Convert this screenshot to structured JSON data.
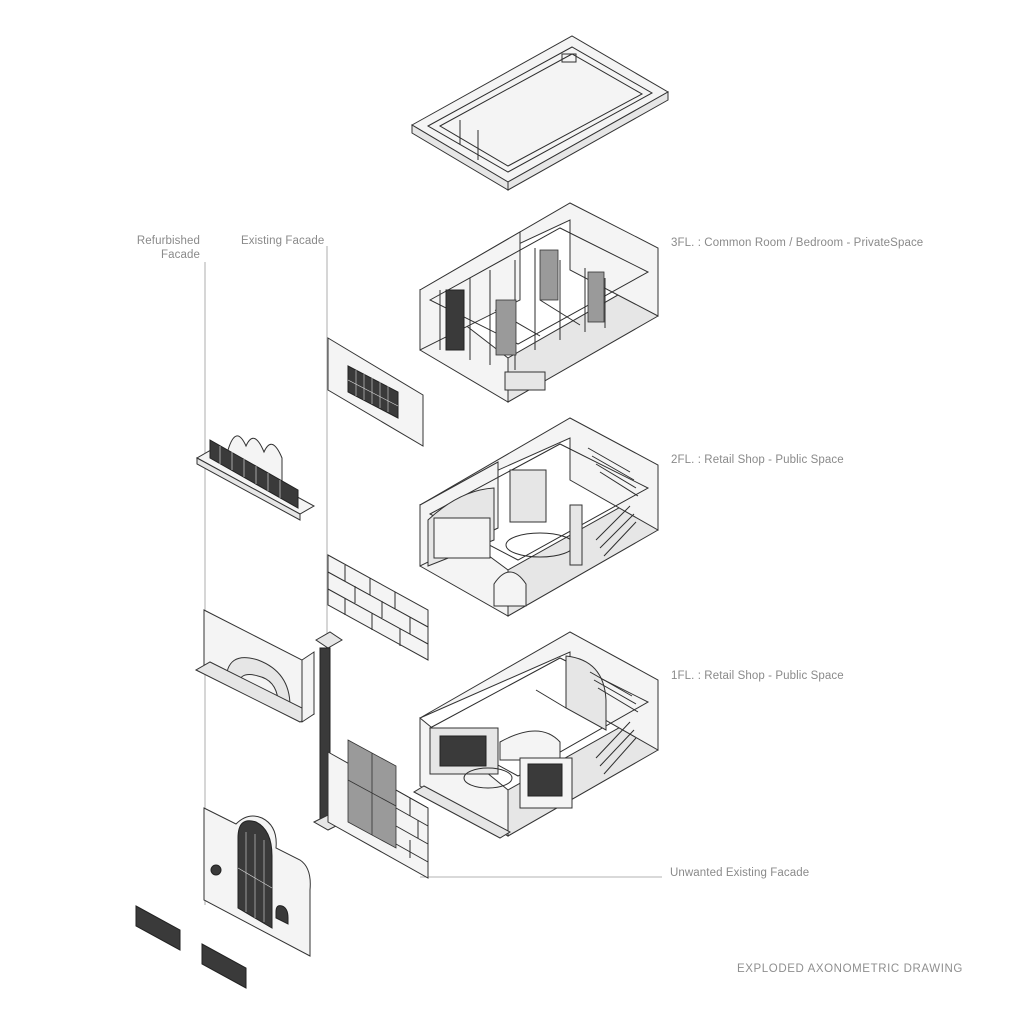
{
  "labels": {
    "refurbished_facade_line1": "Refurbished",
    "refurbished_facade_line2": "Facade",
    "existing_facade": "Existing Facade",
    "floor3": "3FL. : Common Room / Bedroom - PrivateSpace",
    "floor2": "2FL. : Retail Shop - Public Space",
    "floor1": "1FL. : Retail Shop - Public Space",
    "unwanted_facade": "Unwanted Existing Facade"
  },
  "caption": "EXPLODED AXONOMETRIC DRAWING"
}
